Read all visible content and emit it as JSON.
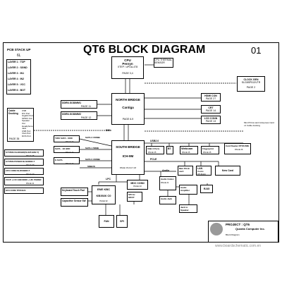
{
  "title": "QT6 BLOCK DIAGRAM",
  "page_number": "01",
  "pcb_stack": {
    "title": "PCB STACK UP",
    "layers_count": "6L",
    "layers": [
      "LAYER 1 : TOP",
      "LAYER 2 : SGND",
      "LAYER 3 : IN1",
      "LAYER 4 : IN2",
      "LAYER 5 : VCC",
      "LAYER 6 : BOT"
    ]
  },
  "cpu": {
    "name": "CPU",
    "model": "Penryn",
    "sub": "XTEP / uPGA-478",
    "page": "PAGE 3,4"
  },
  "thermal": {
    "label": "CPU THERMAL SENSOR",
    "page": "PAGE 4"
  },
  "clock": {
    "label": "CLOCK GEN",
    "sub": "SLG8SP513VTR",
    "page": "PAGE 2"
  },
  "north_bridge": {
    "label": "NORTH BRIDGE",
    "sub": "Cantiga",
    "page": "PAGE 6-9"
  },
  "south_bridge": {
    "label": "SOUTH BRIDGE",
    "sub": "ICH-9M",
    "page": "PAGE 15,16,17,18"
  },
  "ddr": [
    {
      "label": "DDRII-SODIMM1",
      "page": "PAGE 11"
    },
    {
      "label": "DDRII-SODIMM2",
      "page": "PAGE 12"
    }
  ],
  "hdmi": {
    "label": "HDMI CON",
    "page": "PAGE 27"
  },
  "crt": {
    "label": "CRT",
    "page": "PAGE 14"
  },
  "lcd": {
    "label": "LCD CONN",
    "page": "PAGE 13"
  },
  "dmi": "DMI",
  "usb": "USB2.0",
  "pcie": "PCI-E",
  "lpc": "LPC",
  "cable_docking": {
    "title": "Cable Docking",
    "items": [
      "USB",
      "DVI Port",
      "Gigabit Port",
      "SPDIF Out",
      "Speaker Out",
      "Headphone Jack",
      "USB Port",
      "VGA Port",
      "DOS Port"
    ],
    "page": "PAGE 35"
  },
  "left_blocks": [
    {
      "label": "SYSTEM CHARGER(ISL6251HRZ-T)",
      "page": "PAGE 38"
    },
    {
      "label": "SYSTEM POWER ISL6236IRZ-T",
      "page": "PAGE 39"
    },
    {
      "label": "CPU CORE ISL9504BRZ-T",
      "page": "PAGE 40"
    },
    {
      "label": "VCCP +1.5V AND DDRII +1.8V POWER",
      "page": "PAGE 41"
    },
    {
      "label": "GFX CORE TPS51124",
      "page": "PAGE 42"
    }
  ],
  "storage": [
    {
      "label": "TWO SATA - ODD",
      "page": "PAGE 24"
    },
    {
      "label": "SATA - 1D HDD",
      "page": "PAGE 24"
    },
    {
      "label": "E-SATA",
      "page": "PAGE 24"
    }
  ],
  "bus_labels": {
    "sata": [
      "SATA 2 150MB",
      "SATA 1 50MB",
      "SATA 0 150MB"
    ],
    "smbus": "SMBUS",
    "fsb": "FSB"
  },
  "usb_devices": [
    {
      "label": "USB 3 Ports",
      "page": "PAGE 25"
    },
    {
      "label": "BT",
      "page": "PAGE 25"
    },
    {
      "label": "Webcam",
      "page": "PAGE 25"
    },
    {
      "label": "Fingerprint",
      "page": "PAGE 25"
    },
    {
      "label": "Card Reader RTS5158E",
      "page": "PAGE 26"
    }
  ],
  "pcie_devices": [
    {
      "label": "Mini PCI-E card",
      "page": "PAGE 29"
    },
    {
      "label": "LAN",
      "sub": "Realtek RTL8111C",
      "page": "PAGE 30"
    },
    {
      "label": "New Card",
      "page": "PAGE 31"
    }
  ],
  "audio": {
    "label": "Azalia",
    "codec": "Audio Codec",
    "page": "PAGE 21"
  },
  "amp": {
    "label": "Audio Amplifier",
    "page": "PAGE 22"
  },
  "mic": {
    "label": "Audio Jack",
    "page": "PAGE 22"
  },
  "speaker": {
    "label": "Jack to Speaker",
    "page": "PAGE 22"
  },
  "rj45": {
    "label": "RJ45",
    "page": "PAGE 30"
  },
  "mdc": {
    "label": "MDC CONN",
    "page": "PAGE 23"
  },
  "ene": {
    "label": "ENE KBC",
    "sub": "KB3926 C0",
    "page": "PAGE 32"
  },
  "keyboard": {
    "label": "Keyboard Touch Pad",
    "page": "PAGE 33"
  },
  "capsensor": {
    "label": "Capacitive Sensor SW",
    "page": "PAGE 34"
  },
  "fan": {
    "label": "FAN",
    "page": "PAGE 4"
  },
  "bios": {
    "label": "SPI",
    "page": "PAGE 32"
  },
  "tpm": {
    "label": "SPI for HDCP",
    "page": "PAGE 32"
  },
  "minicard_right": {
    "label": "Mini PCI-E card & Express Card x1 Cable docking",
    "page": "PAGE 28"
  },
  "footer": {
    "project": "PROJECT : QT6",
    "company": "Quanta Computer Inc.",
    "doc": "Block Diagram",
    "watermark": "www.boardschematic.com.en"
  }
}
